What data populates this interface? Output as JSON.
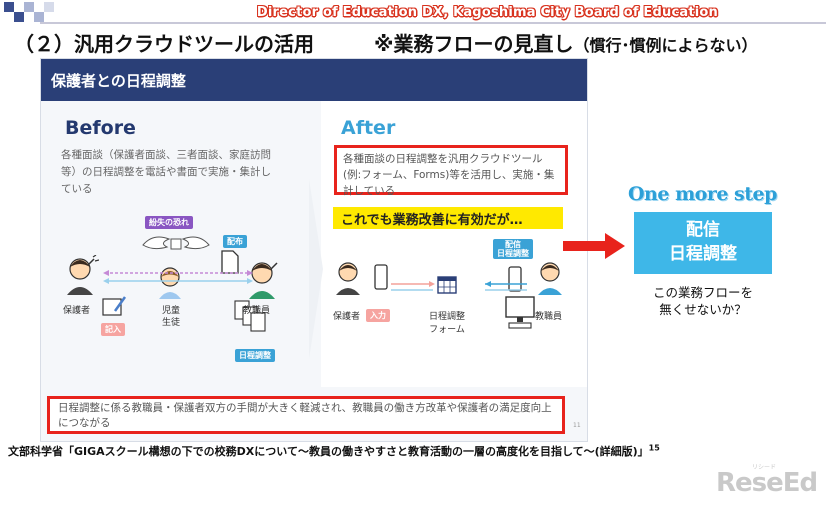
{
  "header": {
    "caption": "Director of Education DX, Kagoshima City Board of Education"
  },
  "title": {
    "main": "（２）汎用クラウドツールの活用",
    "sub": "※業務フローの見直し",
    "sub_note": "（慣行･慣例によらない）"
  },
  "slide": {
    "heading": "保護者との日程調整",
    "before": {
      "label": "Before",
      "description": "各種面談（保護者面談、三者面談、家庭訪問等）の日程調整を電話や書面で実施・集計している",
      "tags": {
        "loss": "紛失の恐れ",
        "distribute": "配布",
        "fill_in": "記入",
        "schedule": "日程調整"
      },
      "roles": {
        "guardian": "保護者",
        "student_1": "児童",
        "student_2": "生徒",
        "staff": "教職員"
      }
    },
    "after": {
      "label": "After",
      "description": "各種面談の日程調整を汎用クラウドツール(例:フォーム、Forms)等を活用し、実施・集計している",
      "banner": "これでも業務改善に有効だが…",
      "tags": {
        "input": "入力",
        "delivery_1": "配信",
        "delivery_2": "日程調整"
      },
      "roles": {
        "guardian": "保護者",
        "form_1": "日程調整",
        "form_2": "フォーム",
        "staff": "教職員"
      }
    },
    "footer": "日程調整に係る教職員・保護者双方の手間が大きく軽減され、教職員の働き方改革や保護者の満足度向上につながる",
    "page_mark": "11"
  },
  "one_more_step": {
    "label": "One more step",
    "box_line1": "配信",
    "box_line2": "日程調整",
    "question_line1": "この業務フローを",
    "question_line2": "無くせないか？"
  },
  "citation": {
    "text": "文部科学省「GIGAスクール構想の下での校務DXについて～教員の働きやすさと教育活動の一層の高度化を目指して～(詳細版)」",
    "page": "15"
  },
  "logo": {
    "name": "ReseEd",
    "sub": "リシード"
  },
  "colors": {
    "slide_header": "#2a3f77",
    "accent_red": "#e8231c",
    "accent_blue": "#3aa2d6",
    "banner_yellow": "#ffe900"
  }
}
